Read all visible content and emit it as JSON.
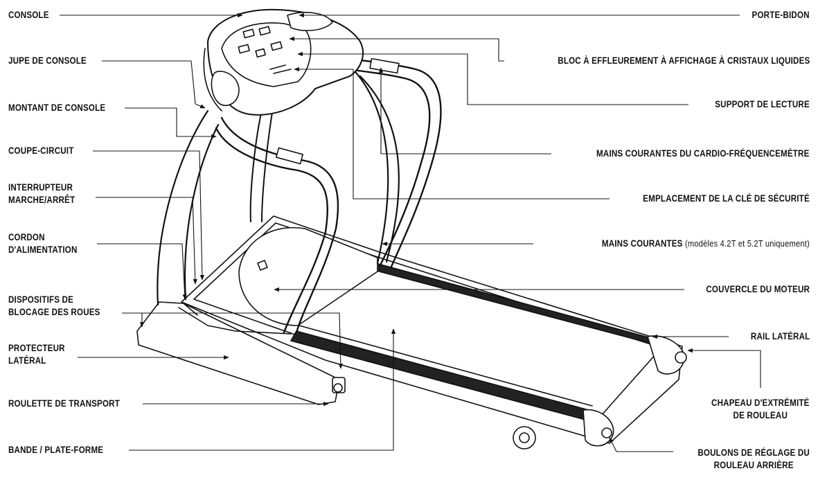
{
  "labels": {
    "console": "CONSOLE",
    "console_skirt": "JUPE DE CONSOLE",
    "console_upright": "MONTANT DE CONSOLE",
    "circuit_breaker": "COUPE-CIRCUIT",
    "power_switch_1": "INTERRUPTEUR",
    "power_switch_2": "MARCHE/ARRÊT",
    "power_cord_1": "CORDON",
    "power_cord_2": "D'ALIMENTATION",
    "wheel_locks_1": "DISPOSITIFS DE",
    "wheel_locks_2": "BLOCAGE DES ROUES",
    "side_guard_1": "PROTECTEUR",
    "side_guard_2": "LATÉRAL",
    "transport_wheel": "ROULETTE DE TRANSPORT",
    "belt_deck": "BANDE / PLATE-FORME",
    "bottle_holder": "PORTE-BIDON",
    "lcd_touchpad": "BLOC À EFFLEUREMENT À AFFICHAGE À CRISTAUX LIQUIDES",
    "reading_rack": "SUPPORT  DE LECTURE",
    "heart_rate_grips": "MAINS COURANTES DU CARDIO-FRÉQUENCEMÈTRE",
    "safety_key": "EMPLACEMENT DE LA CLÉ DE SÉCURITÉ",
    "handrails": "MAINS COURANTES",
    "handrails_note": "(modèles 4.2T et 5.2T uniquement)",
    "motor_cover": "COUVERCLE DU MOTEUR",
    "side_rail": "RAIL LATÉRAL",
    "end_cap_1": "CHAPEAU D'EXTRÉMITÉ",
    "end_cap_2": "DE ROULEAU",
    "rear_bolts_1": "BOULONS DE RÉGLAGE DU",
    "rear_bolts_2": "ROULEAU ARRIÈRE"
  },
  "colors": {
    "line": "#111111",
    "fill": "#ffffff",
    "shade": "#e9e9e9"
  }
}
